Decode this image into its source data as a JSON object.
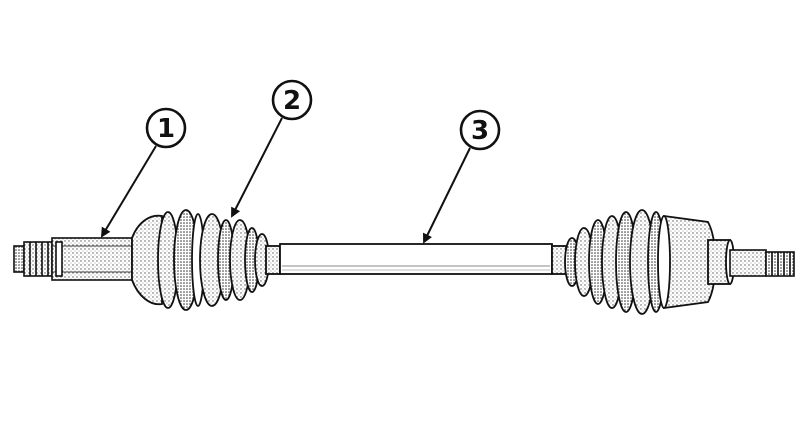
{
  "callouts": [
    {
      "id": "1",
      "label": "1"
    },
    {
      "id": "2",
      "label": "2"
    },
    {
      "id": "3",
      "label": "3"
    }
  ],
  "colors": {
    "ink": "#111111",
    "paper": "#ffffff",
    "shade": "#9a9a9a"
  }
}
